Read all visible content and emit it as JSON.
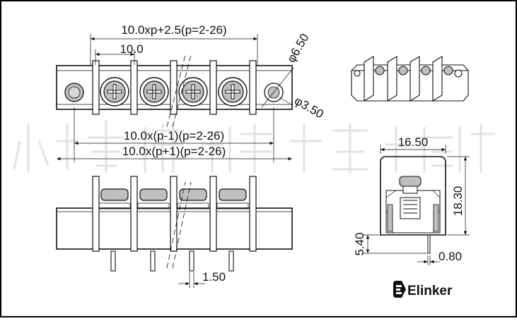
{
  "dimensions": {
    "overall_length": "10.0xp+2.5(p=2-26)",
    "pitch": "10.0",
    "hole_large": "φ6.50",
    "hole_small": "φ3.50",
    "mount_span_1": "10.0x(p-1)(p=2-26)",
    "mount_span_2": "10.0x(p+1)(p=2-26)",
    "pin_width": "1.50",
    "side_width": "16.50",
    "side_height": "18.30",
    "pin_length": "5.40",
    "pin_thickness": "0.80"
  },
  "brand": {
    "name": "Elinker",
    "watermark": "小林维布"
  },
  "colors": {
    "line": "#111111",
    "screw": "#bfbfbf",
    "watermark": "#e3e3e3",
    "frame": "#000000"
  }
}
